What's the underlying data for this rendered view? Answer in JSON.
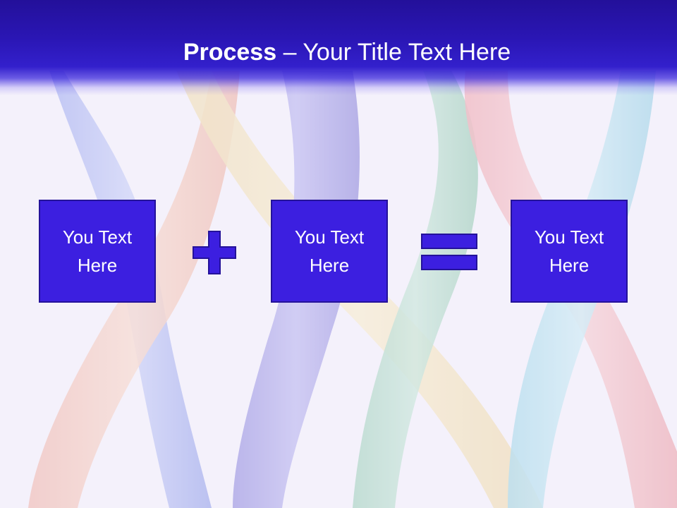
{
  "slide": {
    "title_bold": "Process",
    "title_dash": "–",
    "title_rest": "Your Title Text Here",
    "boxes": [
      {
        "text_line1": "You Text",
        "text_line2": "Here"
      },
      {
        "text_line1": "You Text",
        "text_line2": "Here"
      },
      {
        "text_line1": "You Text",
        "text_line2": "Here"
      }
    ],
    "operators": [
      "plus-icon",
      "equals-icon"
    ]
  },
  "colors": {
    "header": "#2a16b4",
    "box_fill": "#3c1fe0",
    "box_border": "#24129a",
    "text": "#ffffff"
  }
}
